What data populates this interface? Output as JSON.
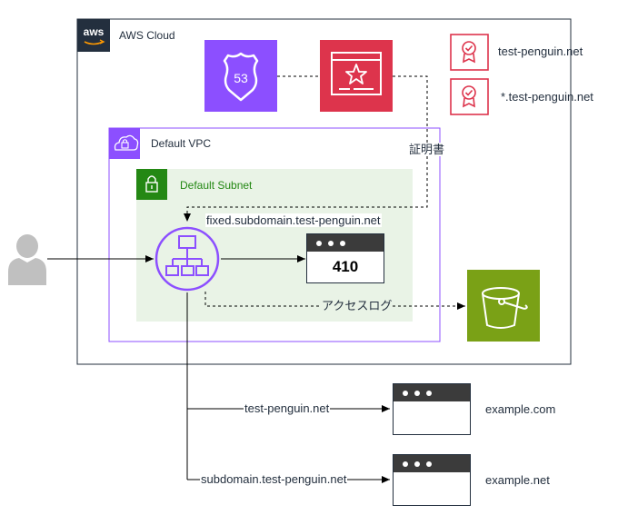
{
  "groups": {
    "aws_cloud": {
      "label": "AWS Cloud",
      "logo_text": "aws"
    },
    "vpc": {
      "label": "Default VPC"
    },
    "subnet": {
      "label": "Default Subnet"
    }
  },
  "services": {
    "route53": {
      "icon": "route53-icon",
      "badge": "53",
      "color": "#8c4fff"
    },
    "acm": {
      "icon": "certificate-manager-icon",
      "color": "#dd344c"
    },
    "alb": {
      "icon": "application-load-balancer-icon",
      "color": "#8c4fff"
    },
    "s3": {
      "icon": "s3-bucket-icon",
      "color": "#7aa116"
    }
  },
  "certificates": [
    {
      "label": "test-penguin.net"
    },
    {
      "label": "*.test-penguin.net"
    }
  ],
  "responses": {
    "fixed": {
      "text": "410"
    }
  },
  "edges": {
    "certificate": "証明書",
    "fixed_host": "fixed.subdomain.test-penguin.net",
    "access_log": "アクセスログ",
    "host1": "test-penguin.net",
    "host2": "subdomain.test-penguin.net"
  },
  "targets": [
    {
      "label": "example.com"
    },
    {
      "label": "example.net"
    }
  ],
  "colors": {
    "aws_border": "#232f3e",
    "vpc_border": "#8c4fff",
    "subnet_fill": "#e9f3e6",
    "subnet_accent": "#248814",
    "user_gray": "#c0c0c0"
  }
}
